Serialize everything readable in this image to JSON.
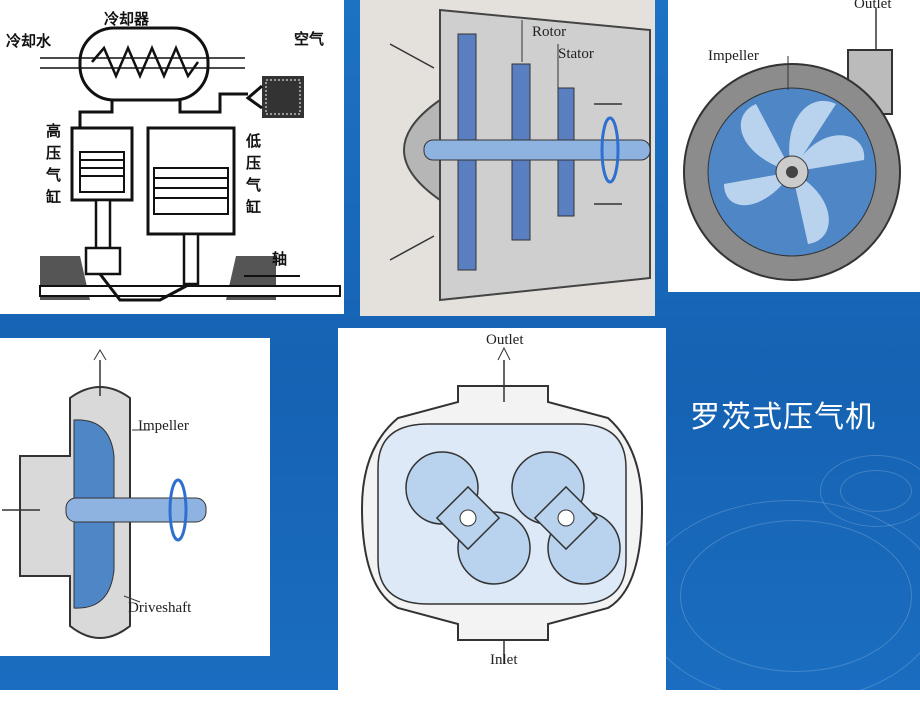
{
  "slide_title": "罗茨式压气机",
  "panels": {
    "compressor_sketch": {
      "cooler": "冷却器",
      "cooling_water": "冷却水",
      "air": "空气",
      "hp_cylinder": [
        "高",
        "压",
        "气",
        "缸"
      ],
      "lp_cylinder": [
        "低",
        "压",
        "气",
        "缸"
      ],
      "shaft": "轴"
    },
    "axial": {
      "rotor": "Rotor",
      "stator": "Stator"
    },
    "centrifugal": {
      "outlet": "Outlet",
      "impeller": "Impeller"
    },
    "radial": {
      "impeller": "Impeller",
      "driveshaft": "Driveshaft"
    },
    "roots": {
      "outlet": "Outlet",
      "inlet": "Inlet"
    }
  },
  "colors": {
    "background": "#1a6bbd",
    "accent_blue": "#4f86c6",
    "light_blue": "#b9d3ee",
    "panel_gray": "#d9d9d9"
  }
}
